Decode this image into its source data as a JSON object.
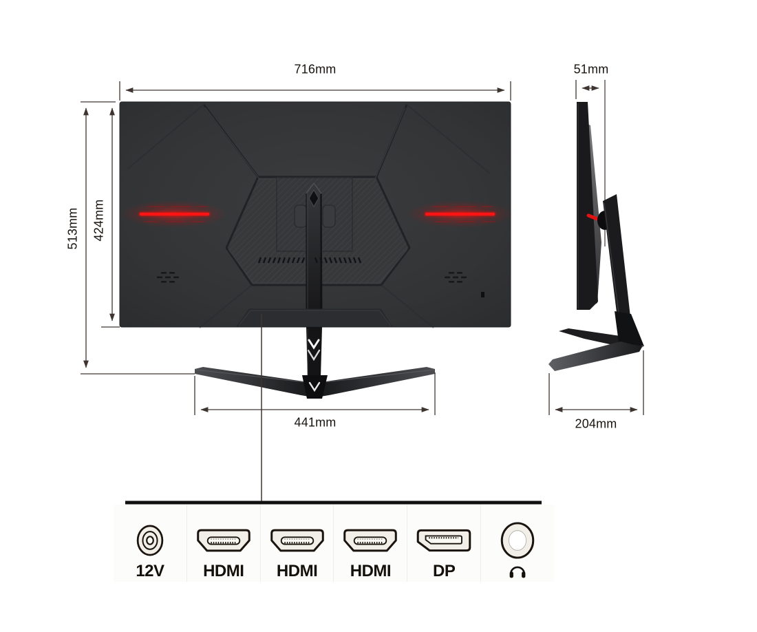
{
  "diagram": {
    "subject": "gaming-monitor-dimension-diagram",
    "views": {
      "rear": "rear view",
      "side": "side view",
      "bottom_ports": "io ports"
    }
  },
  "dimensions": {
    "width": "716mm",
    "depth": "51mm",
    "height_total": "513mm",
    "height_panel": "424mm",
    "stand_width": "441mm",
    "base_depth": "204mm"
  },
  "ports": {
    "items": [
      {
        "label": "12V",
        "type": "dc-power-icon"
      },
      {
        "label": "HDMI",
        "type": "hdmi-icon"
      },
      {
        "label": "HDMI",
        "type": "hdmi-icon"
      },
      {
        "label": "HDMI",
        "type": "hdmi-icon"
      },
      {
        "label": "DP",
        "type": "displayport-icon"
      },
      {
        "label": "",
        "type": "headphone-icon"
      }
    ]
  },
  "colors": {
    "accent_red": "#ff1414",
    "monitor_body": "#333436",
    "dimension_line": "#3e3530",
    "port_fill": "#f2efe8",
    "port_outline": "#1b140e",
    "panel_bg": "#fcfcfa"
  }
}
